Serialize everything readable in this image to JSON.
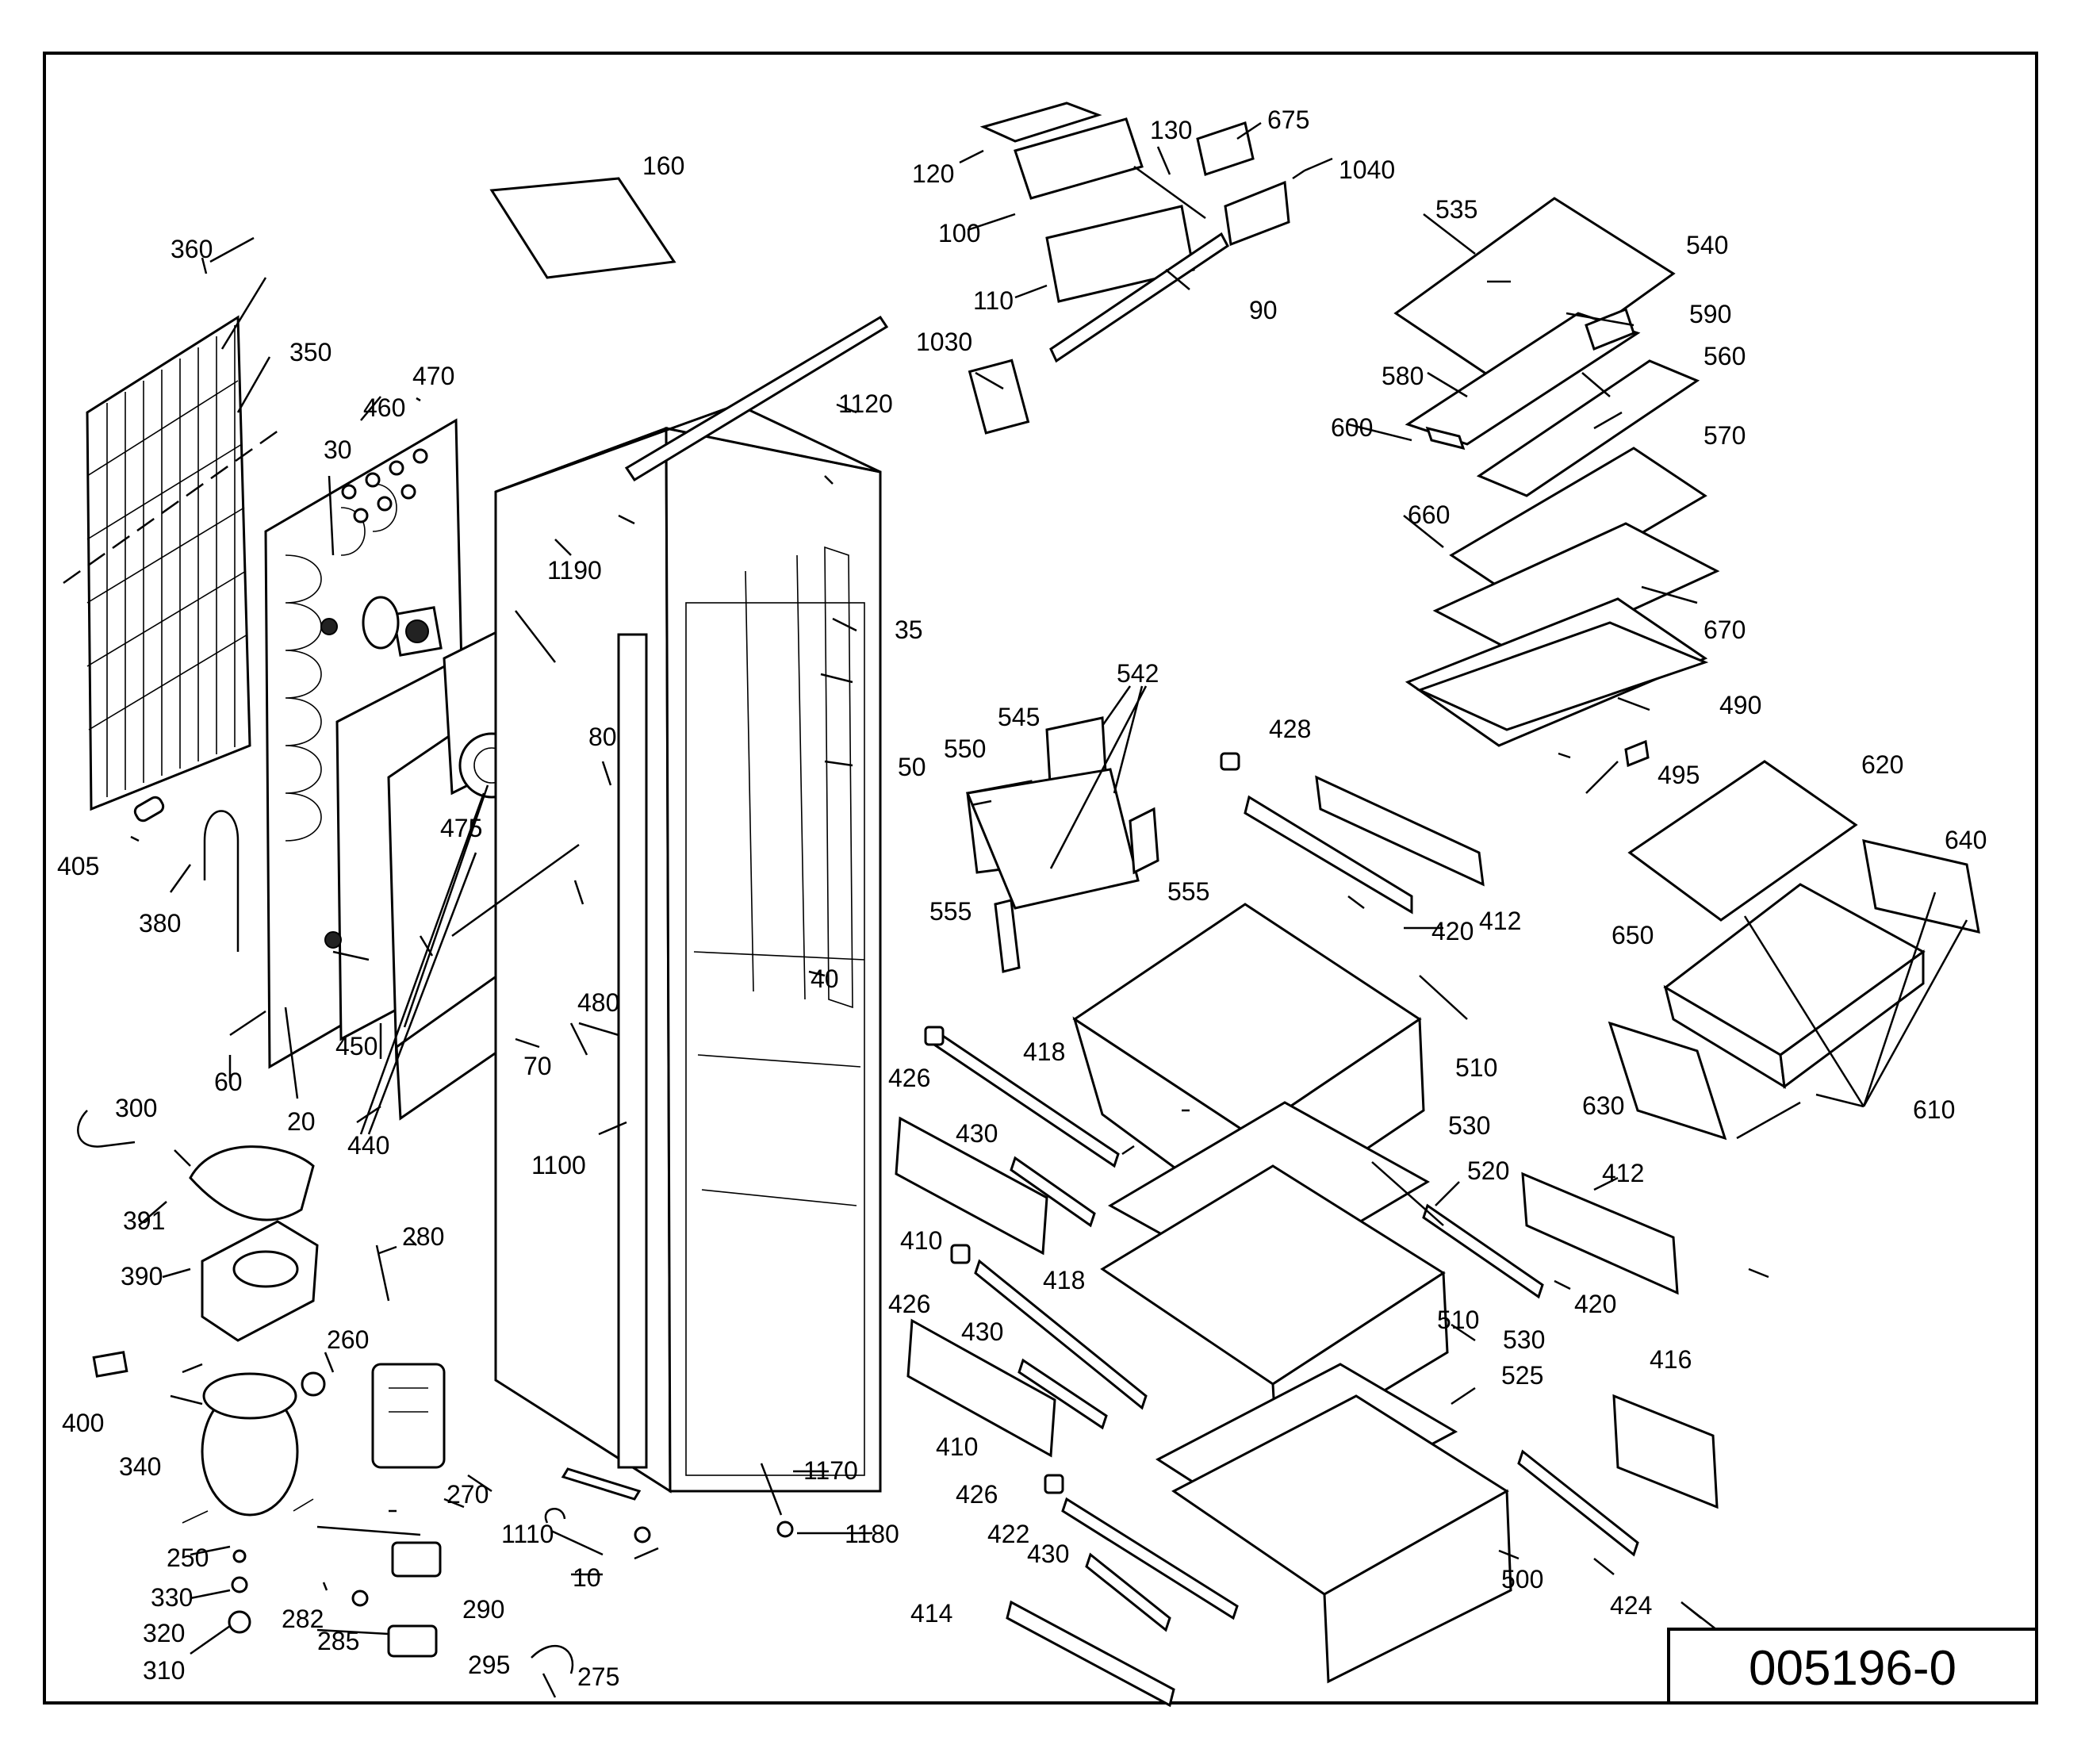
{
  "drawing_number": "005196-0",
  "labels": [
    "10",
    "20",
    "30",
    "35",
    "40",
    "50",
    "60",
    "70",
    "80",
    "90",
    "100",
    "110",
    "120",
    "130",
    "160",
    "250",
    "260",
    "270",
    "275",
    "280",
    "282",
    "285",
    "290",
    "295",
    "300",
    "310",
    "320",
    "330",
    "340",
    "350",
    "360",
    "380",
    "390",
    "391",
    "400",
    "405",
    "410",
    "410",
    "412",
    "412",
    "414",
    "416",
    "418",
    "418",
    "420",
    "420",
    "422",
    "424",
    "426",
    "426",
    "426",
    "428",
    "430",
    "430",
    "430",
    "440",
    "450",
    "460",
    "470",
    "475",
    "480",
    "490",
    "495",
    "500",
    "510",
    "510",
    "520",
    "525",
    "530",
    "530",
    "535",
    "540",
    "542",
    "545",
    "550",
    "555",
    "555",
    "560",
    "570",
    "580",
    "590",
    "600",
    "610",
    "620",
    "630",
    "640",
    "650",
    "660",
    "670",
    "675",
    "1030",
    "1040",
    "1100",
    "1110",
    "1120",
    "1170",
    "1180",
    "1190"
  ]
}
